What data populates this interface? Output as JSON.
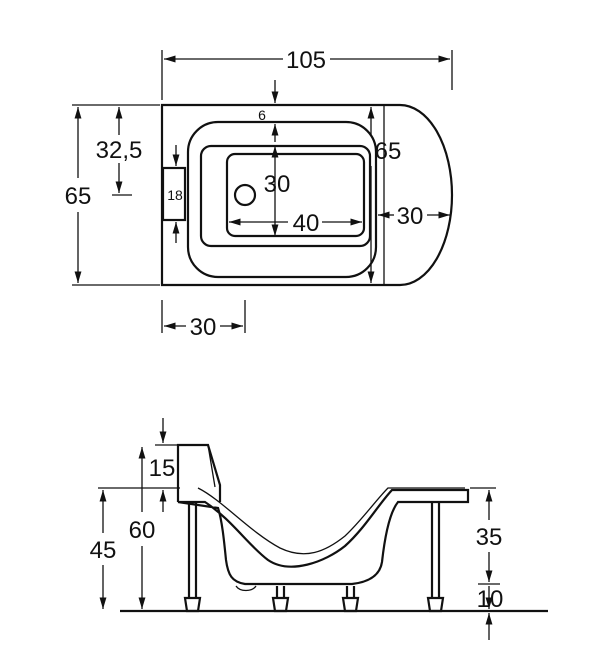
{
  "top_view": {
    "overall_width": "105",
    "overall_depth": "65",
    "half_depth": "32,5",
    "bowl_depth": "65",
    "rim_offset": "6",
    "basin_depth": "30",
    "basin_width": "40",
    "basin_to_end": "30",
    "hinge_width": "18",
    "wall_offset": "30"
  },
  "side_view": {
    "rim_thickness": "15",
    "rim_height": "60",
    "drain_height": "45",
    "front_height": "35",
    "foot_height": "10"
  }
}
